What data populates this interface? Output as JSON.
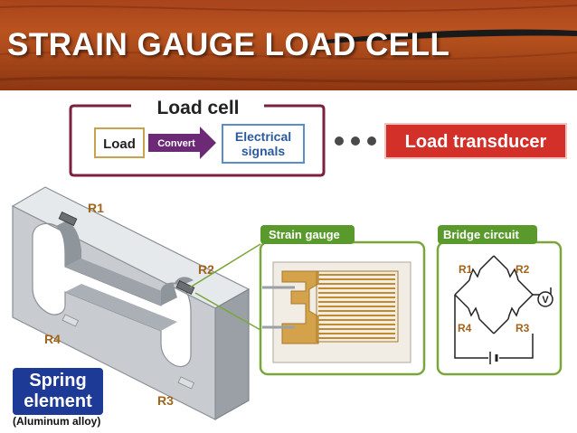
{
  "title": "STRAIN GAUGE LOAD CELL",
  "top_flow": {
    "frame_title": "Load cell",
    "input_label": "Load",
    "arrow_label": "Convert",
    "output_label_line1": "Electrical",
    "output_label_line2": "signals",
    "result_label": "Load transducer"
  },
  "gauge_labels": [
    "R1",
    "R2",
    "R3",
    "R4"
  ],
  "strain_gauge_panel": {
    "title": "Strain gauge"
  },
  "bridge_panel": {
    "title": "Bridge circuit",
    "resistors": [
      "R1",
      "R2",
      "R3",
      "R4"
    ],
    "meter_symbol": "V"
  },
  "spring_element": {
    "line1": "Spring",
    "line2": "element",
    "material": "(Aluminum alloy)"
  },
  "colors": {
    "header_wood": "#a8441c",
    "panel_border": "#7aa63c",
    "panel_title_bg": "#5a9a2c",
    "frame_border": "#7d1f3e",
    "convert_arrow": "#6c2a76",
    "transducer_bg": "#d3302a",
    "spring_bg": "#1c3a96",
    "gauge_foil": "#d4a24a"
  }
}
